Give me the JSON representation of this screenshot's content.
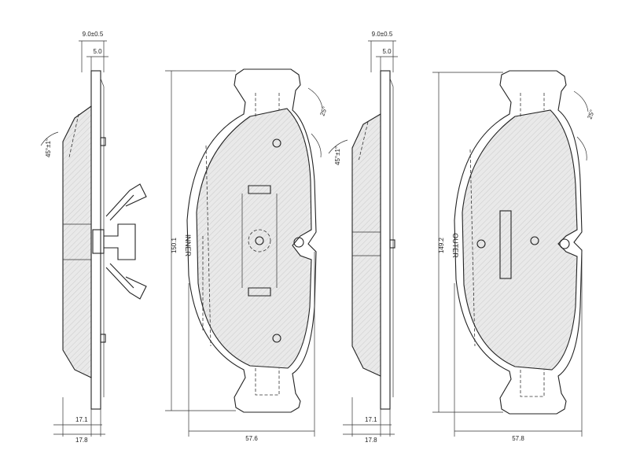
{
  "left_pad": {
    "label": "INNER",
    "dims": {
      "backplate_total": "9.0±0.5",
      "backplate": "5.0",
      "chamfer_angle": "45°±1°",
      "slot_angle": "25°",
      "height": "150.1",
      "width": "57.6",
      "thickness_1": "17.1",
      "thickness_2": "17.8"
    }
  },
  "right_pad": {
    "label": "OUTER",
    "dims": {
      "backplate_total": "9.0±0.5",
      "backplate": "5.0",
      "chamfer_angle": "45°±1°",
      "slot_angle": "25°",
      "height": "149.2",
      "width": "57.8",
      "thickness_1": "17.1",
      "thickness_2": "17.8"
    }
  }
}
